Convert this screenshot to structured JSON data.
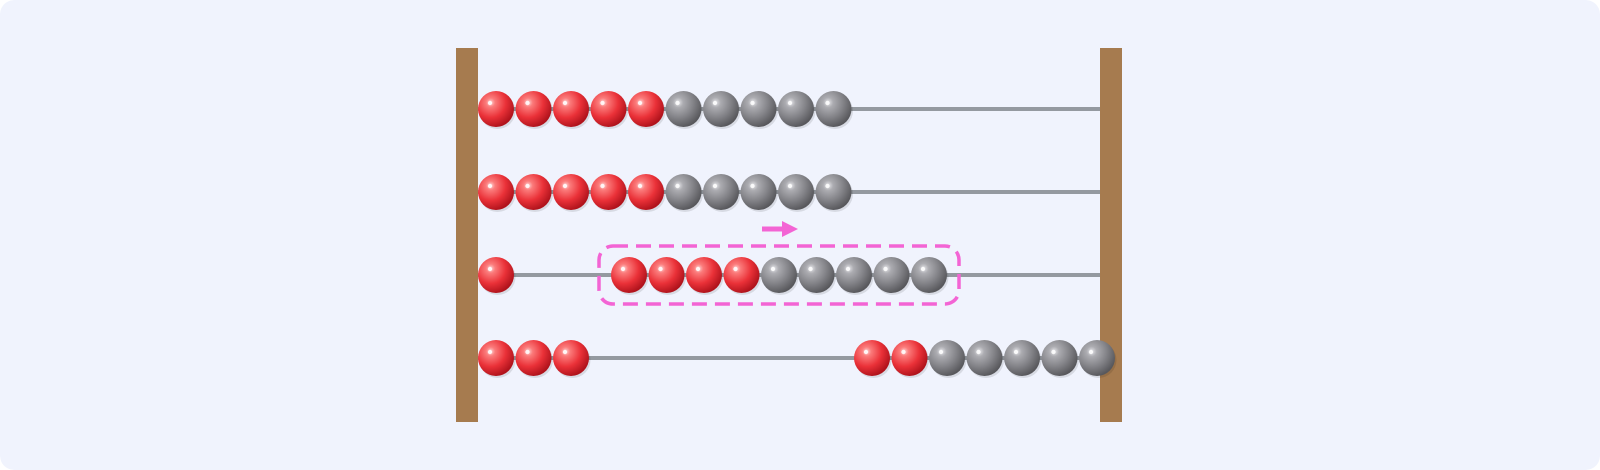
{
  "abacus": {
    "colors": {
      "background": "#f0f3fd",
      "frame": "#a67b4f",
      "rod": "#9499a0",
      "red_bead": "#e8232c",
      "gray_bead": "#7d7d82",
      "highlight": "#f364d4"
    },
    "rod_count": 4,
    "rows": [
      {
        "groups": [
          {
            "side": "left",
            "beads": [
              "red",
              "red",
              "red",
              "red",
              "red",
              "gray",
              "gray",
              "gray",
              "gray",
              "gray"
            ]
          }
        ]
      },
      {
        "groups": [
          {
            "side": "left",
            "beads": [
              "red",
              "red",
              "red",
              "red",
              "red",
              "gray",
              "gray",
              "gray",
              "gray",
              "gray"
            ]
          }
        ]
      },
      {
        "groups": [
          {
            "side": "left",
            "beads": [
              "red"
            ]
          },
          {
            "side": "middle",
            "highlighted": true,
            "beads": [
              "red",
              "red",
              "red",
              "red",
              "gray",
              "gray",
              "gray",
              "gray",
              "gray"
            ]
          }
        ]
      },
      {
        "groups": [
          {
            "side": "left",
            "beads": [
              "red",
              "red",
              "red"
            ]
          },
          {
            "side": "right",
            "beads": [
              "red",
              "red",
              "gray",
              "gray",
              "gray",
              "gray",
              "gray"
            ]
          }
        ]
      }
    ],
    "move_arrow": {
      "direction": "right",
      "icon": "arrow-right-icon"
    }
  }
}
